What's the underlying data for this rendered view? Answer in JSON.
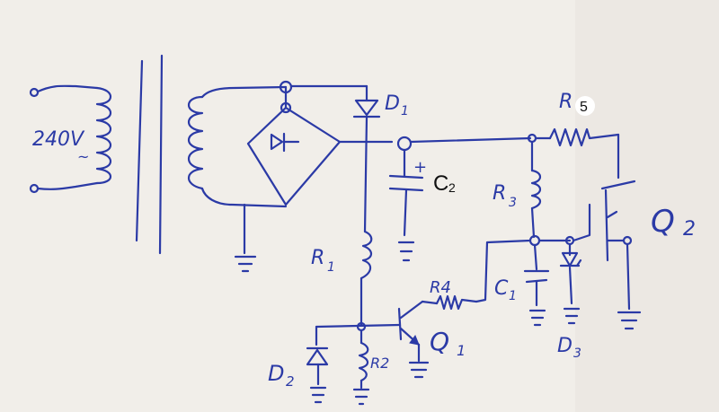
{
  "labels": {
    "mains": "240V",
    "ac_symbol": "~",
    "d1": "D",
    "d1_sub": "1",
    "r5": "R",
    "r5_num": "5",
    "c2": "C",
    "c2_sub": "2",
    "r3": "R",
    "r3_sub": "3",
    "q2": "Q",
    "q2_sub": "2",
    "r1": "R",
    "r1_sub": "1",
    "r4": "R4",
    "c1": "C",
    "c1_sub": "1",
    "q1": "Q",
    "q1_sub": "1",
    "d2": "D",
    "d2_sub": "2",
    "r2": "R2",
    "d3": "D",
    "d3_sub": "3",
    "plus": "+"
  },
  "colors": {
    "ink": "#2b3aa6",
    "paper": "#f1eee9"
  },
  "icons": [
    "transformer-icon",
    "bridge-rectifier-icon",
    "diode-icon",
    "resistor-icon",
    "capacitor-icon",
    "npn-transistor-icon",
    "ground-icon"
  ]
}
